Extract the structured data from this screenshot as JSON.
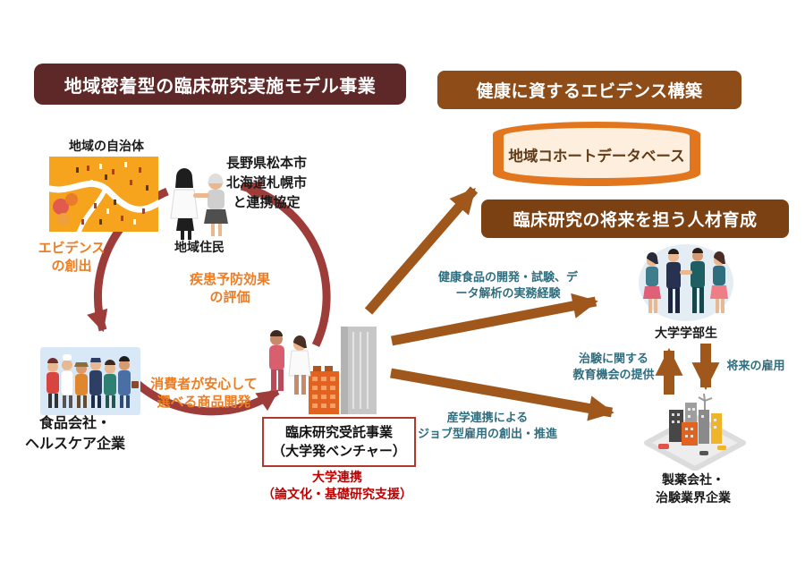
{
  "banners": {
    "main_title": "地域密着型の臨床研究実施モデル事業",
    "evidence": "健康に資するエビデンス構築",
    "talent": "臨床研究の将来を担う人材育成"
  },
  "database": {
    "label": "地域コホートデータベース"
  },
  "cycle": {
    "municipality_label": "地域の自治体",
    "residents_label": "地域住民",
    "partnership": "長野県松本市\n北海道札幌市\nと連携協定",
    "evidence_creation": "エビデンス\nの創出",
    "disease_prevention_evaluation": "疾患予防効果\nの評価",
    "consumer_product_development": "消費者が安心して\n選べる商品開発",
    "food_company_label": "食品会社・\nヘルスケア企業",
    "venture_box": "臨床研究受託事業\n（大学発ベンチャー）",
    "university_support": "大学連携\n（論文化・基礎研究支援）"
  },
  "right_side": {
    "practical_experience": "健康食品の開発・試験、デ\nータ解析の実務経験",
    "education_opportunity": "治験に関する\n教育機会の提供",
    "future_employment": "将来の雇用",
    "job_creation": "産学連携による\nジョブ型雇用の創出・推進",
    "students_label": "大学学部生",
    "pharma_label": "製薬会社・\n治験業界企業"
  },
  "colors": {
    "maroon_banner": "#5e2828",
    "brown_banner_evidence": "#8e4c18",
    "brown_banner_talent": "#7c4113",
    "cylinder_orange": "#e2761e",
    "cylinder_fill": "#fdeedd",
    "cycle_red": "#9e3c3a",
    "arrow_brown": "#a0571c",
    "accent_orange_text": "#ed7d23",
    "accent_red_text": "#c00000",
    "accent_teal_text": "#2f6e7f"
  }
}
